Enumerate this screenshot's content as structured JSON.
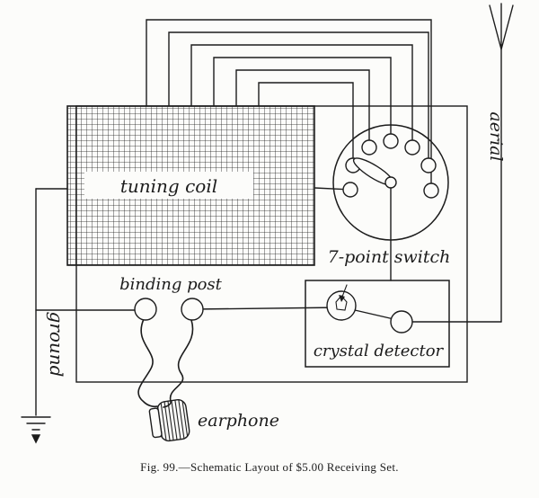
{
  "figure": {
    "caption": "Fig. 99.—Schematic Layout of $5.00 Receiving Set."
  },
  "labels": {
    "tuning_coil": "tuning coil",
    "seven_point_switch": "7-point switch",
    "binding_post": "binding post",
    "crystal_detector": "crystal detector",
    "earphone": "earphone",
    "aerial": "aerial",
    "ground": "ground"
  },
  "colors": {
    "ink": "#1c1c1c",
    "paper": "#fcfcfa"
  }
}
